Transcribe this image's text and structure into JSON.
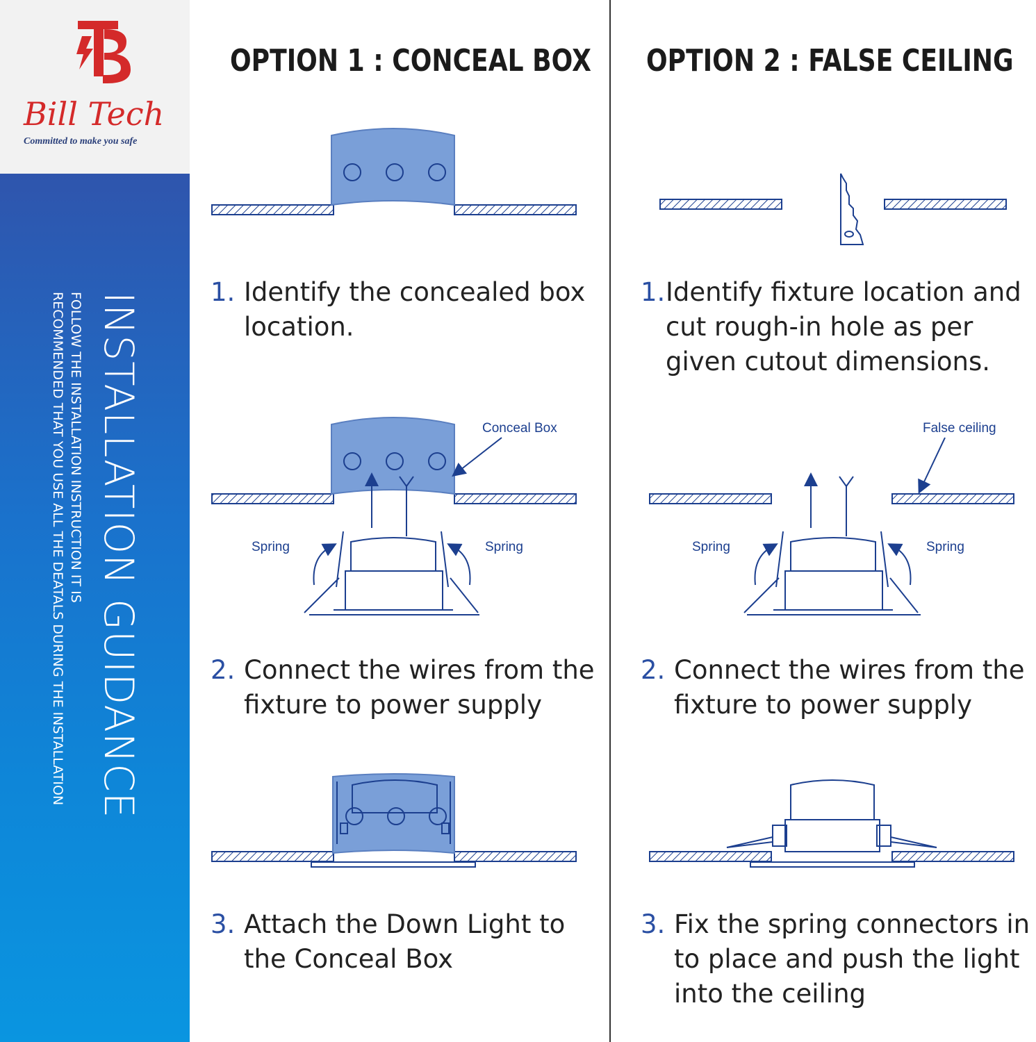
{
  "brand": {
    "name": "Bill Tech",
    "tagline": "Committed to make you safe"
  },
  "sidebar": {
    "title": "INSTALLATION GUIDANCE",
    "subtitle_line1": "FOLLOW THE INSTALLATION INSTRUCTION IT IS",
    "subtitle_line2": "RECOMMENDED THAT YOU USE ALL THE DEATALS  DURING THE INSTALLATION"
  },
  "option1": {
    "title": "OPTION 1 : CONCEAL BOX",
    "steps": [
      {
        "num": "1.",
        "text": "Identify the concealed box\nlocation."
      },
      {
        "num": "2.",
        "text": "Connect the wires from the\nfixture to power supply"
      },
      {
        "num": "3.",
        "text": "Attach the Down Light to\nthe Conceal Box"
      }
    ],
    "labels": {
      "box": "Conceal Box",
      "spring_left": "Spring",
      "spring_right": "Spring"
    }
  },
  "option2": {
    "title": "OPTION 2  : FALSE CEILING",
    "steps": [
      {
        "num": "1.",
        "text": "Identify fixture location and\ncut rough-in hole as per\ngiven cutout dimensions."
      },
      {
        "num": "2.",
        "text": "Connect the wires from the\nfixture to power supply"
      },
      {
        "num": "3.",
        "text": "Fix the spring connectors in\nto place and push the light\ninto the ceiling"
      }
    ],
    "labels": {
      "ceiling": "False ceiling",
      "spring_left": "Spring",
      "spring_right": "Spring"
    }
  },
  "colors": {
    "sidebar": "#1a72cc",
    "box_fill": "#7a9fd8",
    "line": "#1c3f8f",
    "logo_red": "#d42a2a"
  }
}
